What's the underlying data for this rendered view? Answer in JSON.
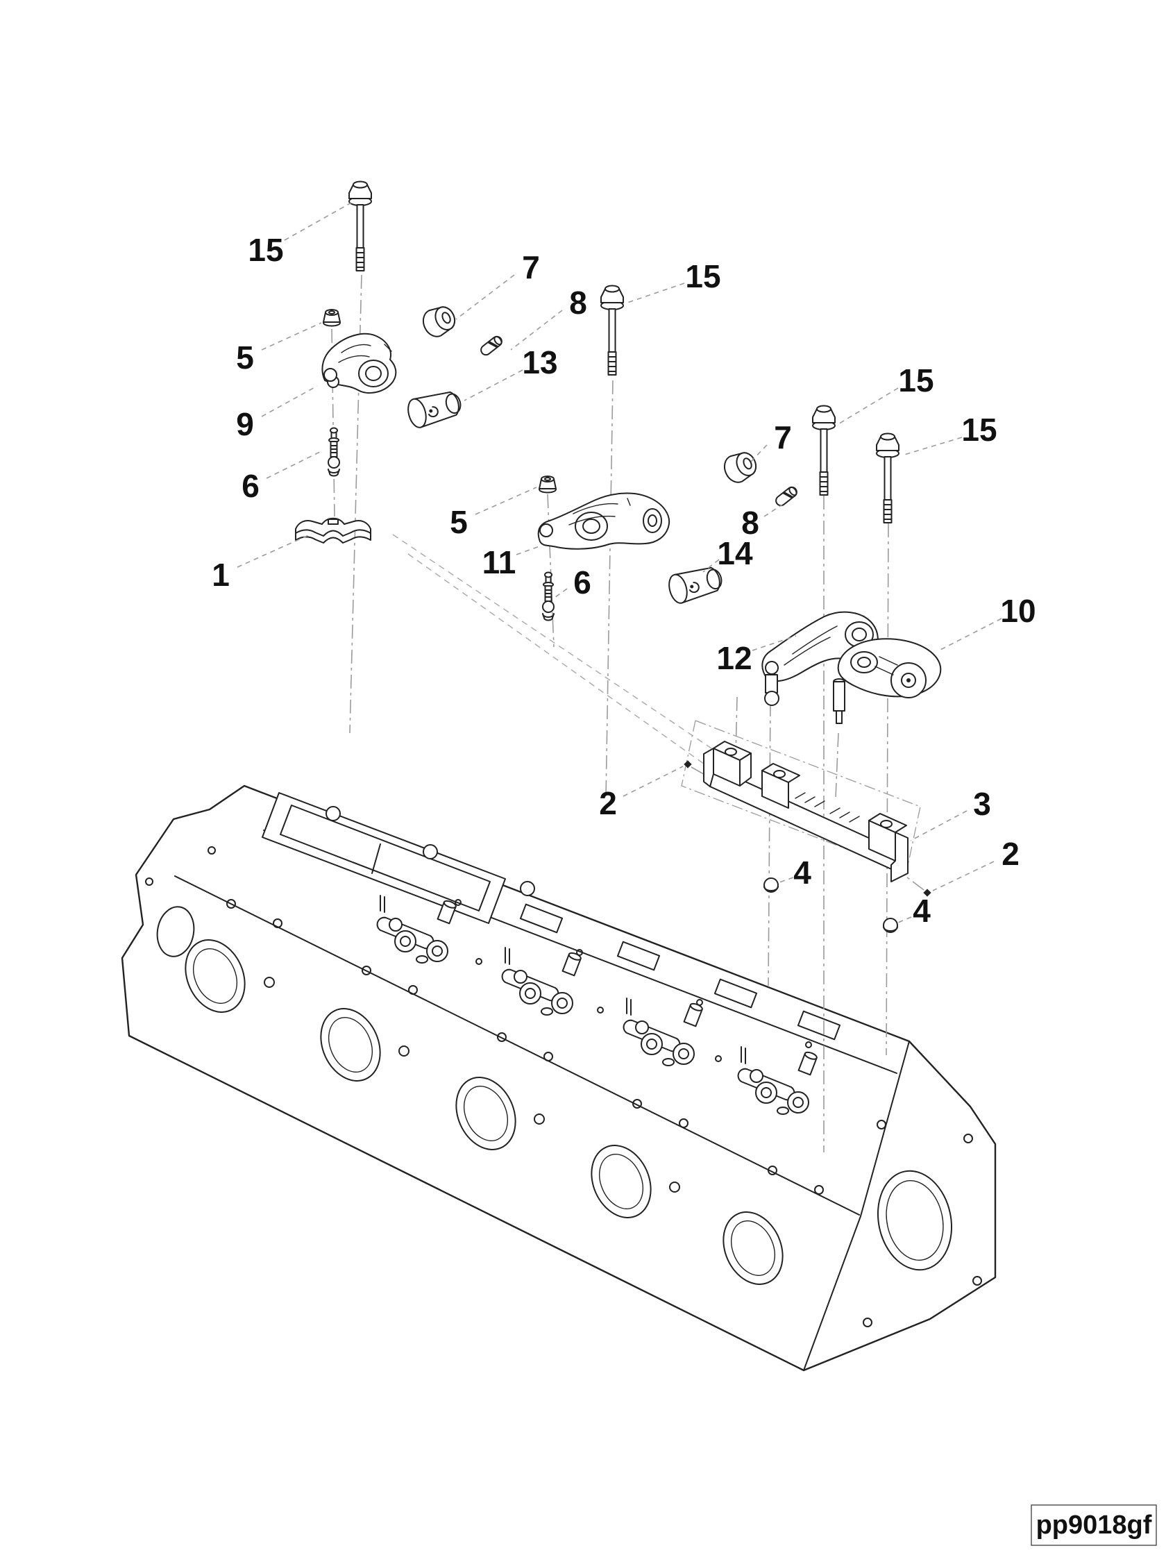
{
  "figure": {
    "part_code": "pp9018gf",
    "colors": {
      "background": "#ffffff",
      "line": "#222222",
      "leader": "#9b9b9b",
      "label": "#111111"
    },
    "callouts": [
      {
        "id": "15-1",
        "label": "15"
      },
      {
        "id": "7-1",
        "label": "7"
      },
      {
        "id": "8-1",
        "label": "8"
      },
      {
        "id": "15-2",
        "label": "15"
      },
      {
        "id": "5-1",
        "label": "5"
      },
      {
        "id": "13",
        "label": "13"
      },
      {
        "id": "15-3",
        "label": "15"
      },
      {
        "id": "15-4",
        "label": "15"
      },
      {
        "id": "9",
        "label": "9"
      },
      {
        "id": "7-2",
        "label": "7"
      },
      {
        "id": "6-1",
        "label": "6"
      },
      {
        "id": "5-2",
        "label": "5"
      },
      {
        "id": "8-2",
        "label": "8"
      },
      {
        "id": "14",
        "label": "14"
      },
      {
        "id": "11",
        "label": "11"
      },
      {
        "id": "6-2",
        "label": "6"
      },
      {
        "id": "1",
        "label": "1"
      },
      {
        "id": "10",
        "label": "10"
      },
      {
        "id": "12",
        "label": "12"
      },
      {
        "id": "2-1",
        "label": "2"
      },
      {
        "id": "3",
        "label": "3"
      },
      {
        "id": "2-2",
        "label": "2"
      },
      {
        "id": "4-1",
        "label": "4"
      },
      {
        "id": "4-2",
        "label": "4"
      }
    ]
  }
}
